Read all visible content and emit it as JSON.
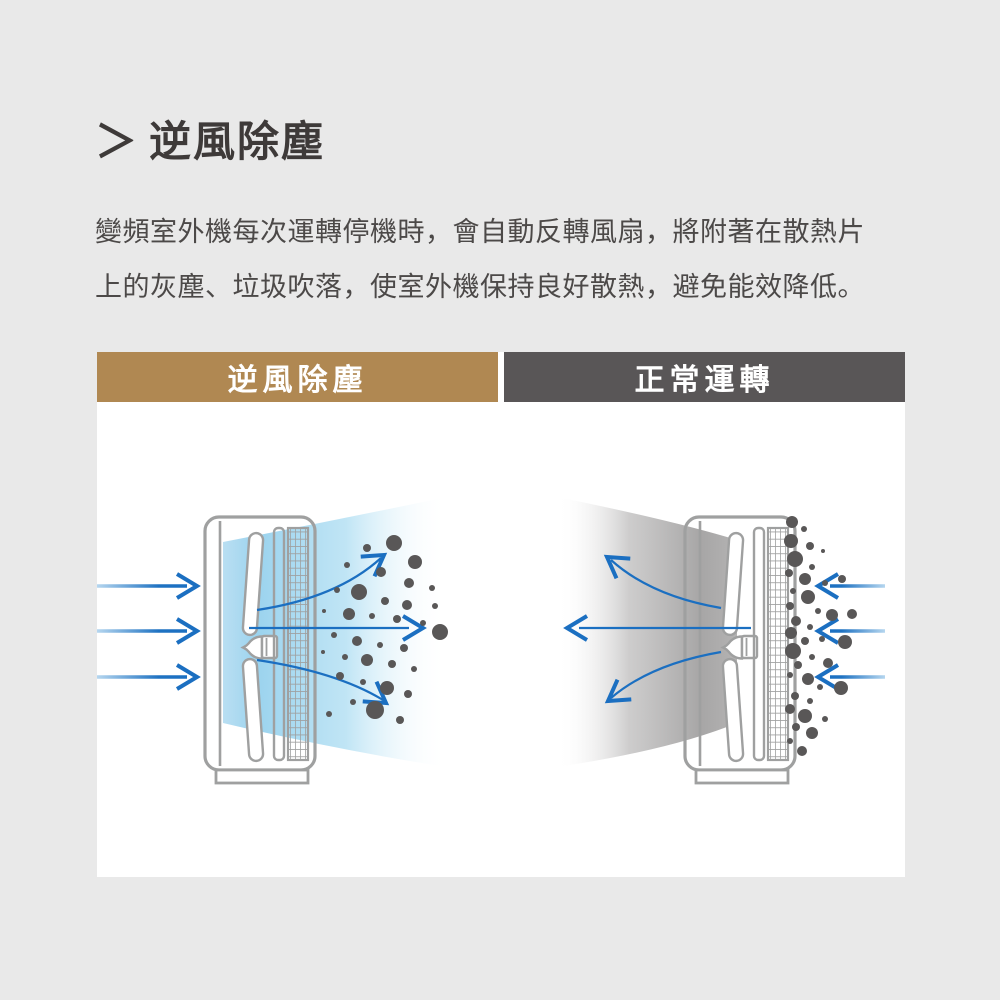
{
  "page_title": {
    "chevron": "＞",
    "text": "逆風除塵"
  },
  "description": {
    "line1": "變頻室外機每次運轉停機時，會自動反轉風扇，將附著在散熱片",
    "line2": "上的灰塵、垃圾吹落，使室外機保持良好散熱，避免能效降低。"
  },
  "comparison": {
    "left_header": {
      "label": "逆風除塵",
      "bg": "#b08852"
    },
    "right_header": {
      "label": "正常運轉",
      "bg": "#595657"
    },
    "colors": {
      "arrow_blue": "#1b6fc1",
      "arrow_blue_light": "#b5d6ef",
      "stream_blue": "#9bd3ee",
      "stream_gray": "#a7a6a6",
      "dust": "#595757",
      "unit_outline": "#9fa0a0",
      "header_text": "#ffffff",
      "card_bg": "#ffffff",
      "page_bg": "#e9e9e9"
    },
    "left_diagram": {
      "dust": [
        [
          297,
          141,
          8
        ],
        [
          318,
          160,
          7
        ],
        [
          270,
          146,
          4
        ],
        [
          250,
          163,
          3
        ],
        [
          284,
          170,
          5
        ],
        [
          312,
          181,
          5
        ],
        [
          335,
          186,
          3
        ],
        [
          262,
          190,
          8
        ],
        [
          240,
          188,
          3
        ],
        [
          288,
          199,
          4
        ],
        [
          310,
          203,
          5
        ],
        [
          338,
          204,
          3
        ],
        [
          252,
          212,
          6
        ],
        [
          227,
          209,
          2
        ],
        [
          275,
          214,
          3
        ],
        [
          300,
          217,
          4
        ],
        [
          326,
          221,
          3
        ],
        [
          343,
          230,
          8
        ],
        [
          237,
          233,
          3
        ],
        [
          260,
          239,
          5
        ],
        [
          283,
          243,
          3
        ],
        [
          307,
          246,
          4
        ],
        [
          226,
          250,
          2
        ],
        [
          248,
          255,
          3
        ],
        [
          270,
          258,
          6
        ],
        [
          295,
          262,
          4
        ],
        [
          317,
          267,
          3
        ],
        [
          243,
          274,
          4
        ],
        [
          266,
          280,
          3
        ],
        [
          290,
          286,
          7
        ],
        [
          311,
          292,
          4
        ],
        [
          256,
          300,
          3
        ],
        [
          278,
          308,
          9
        ],
        [
          232,
          312,
          3
        ],
        [
          303,
          318,
          4
        ]
      ]
    },
    "right_diagram": {
      "dust": [
        [
          291,
          120,
          6
        ],
        [
          303,
          127,
          3
        ],
        [
          290,
          139,
          7
        ],
        [
          309,
          144,
          4
        ],
        [
          322,
          149,
          2
        ],
        [
          294,
          157,
          8
        ],
        [
          311,
          165,
          3
        ],
        [
          288,
          171,
          4
        ],
        [
          304,
          177,
          6
        ],
        [
          324,
          181,
          3
        ],
        [
          341,
          177,
          4
        ],
        [
          292,
          189,
          3
        ],
        [
          307,
          195,
          7
        ],
        [
          289,
          204,
          4
        ],
        [
          317,
          209,
          3
        ],
        [
          331,
          213,
          6
        ],
        [
          351,
          212,
          5
        ],
        [
          295,
          219,
          5
        ],
        [
          309,
          225,
          3
        ],
        [
          290,
          231,
          6
        ],
        [
          304,
          239,
          4
        ],
        [
          321,
          237,
          3
        ],
        [
          344,
          240,
          7
        ],
        [
          292,
          249,
          8
        ],
        [
          311,
          255,
          3
        ],
        [
          297,
          263,
          4
        ],
        [
          327,
          261,
          5
        ],
        [
          289,
          273,
          3
        ],
        [
          307,
          277,
          6
        ],
        [
          319,
          285,
          3
        ],
        [
          340,
          286,
          7
        ],
        [
          294,
          294,
          4
        ],
        [
          309,
          299,
          3
        ],
        [
          289,
          307,
          5
        ],
        [
          304,
          314,
          7
        ],
        [
          324,
          317,
          3
        ],
        [
          295,
          325,
          4
        ],
        [
          311,
          331,
          6
        ],
        [
          289,
          339,
          3
        ],
        [
          301,
          349,
          5
        ]
      ]
    }
  }
}
